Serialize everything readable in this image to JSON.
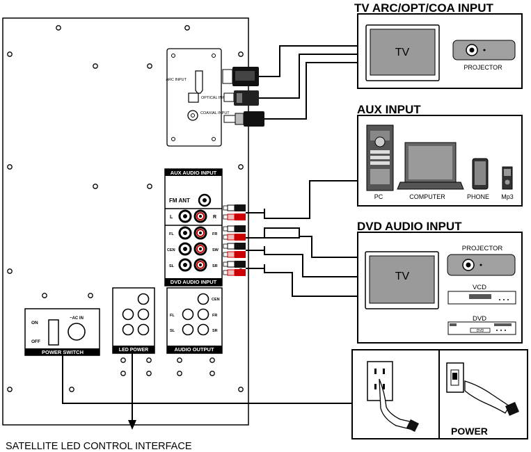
{
  "panel": {
    "arc_label": "ARC INPUT",
    "optical_label": "OPTICAL INPUT",
    "coaxial_label": "COAXIAL INPUT",
    "aux_header": "AUX AUDIO INPUT",
    "fm_ant": "FM ANT",
    "l": "L",
    "r": "R",
    "fl": "FL",
    "fr": "FR",
    "cen": "CEN",
    "sw": "SW",
    "sl": "SL",
    "sr": "SR",
    "dvd_footer": "DVD AUDIO INPUT",
    "out_cen": "CEN",
    "out_fl": "FL",
    "out_fr": "FR",
    "out_sl": "SL",
    "out_sr": "SR",
    "audio_output": "AUDIO OUTPUT",
    "led_power": "LED POWER",
    "on": "ON",
    "off": "OFF",
    "ac_in": "~AC IN",
    "power_switch": "POWER SWITCH"
  },
  "boxes": {
    "tv_arc_title": "TV ARC/OPT/COA INPUT",
    "tv": "TV",
    "projector": "PROJECTOR",
    "aux_title": "AUX INPUT",
    "pc": "PC",
    "computer": "COMPUTER",
    "phone": "PHONE",
    "mp3": "Mp3",
    "dvd_title": "DVD AUDIO INPUT",
    "dvd_projector": "PROJECTOR",
    "dvd_tv": "TV",
    "vcd": "VCD",
    "dvd": "DVD",
    "dvd_logo": "DVD",
    "power": "POWER"
  },
  "caption": "SATELLITE LED CONTROL INTERFACE"
}
